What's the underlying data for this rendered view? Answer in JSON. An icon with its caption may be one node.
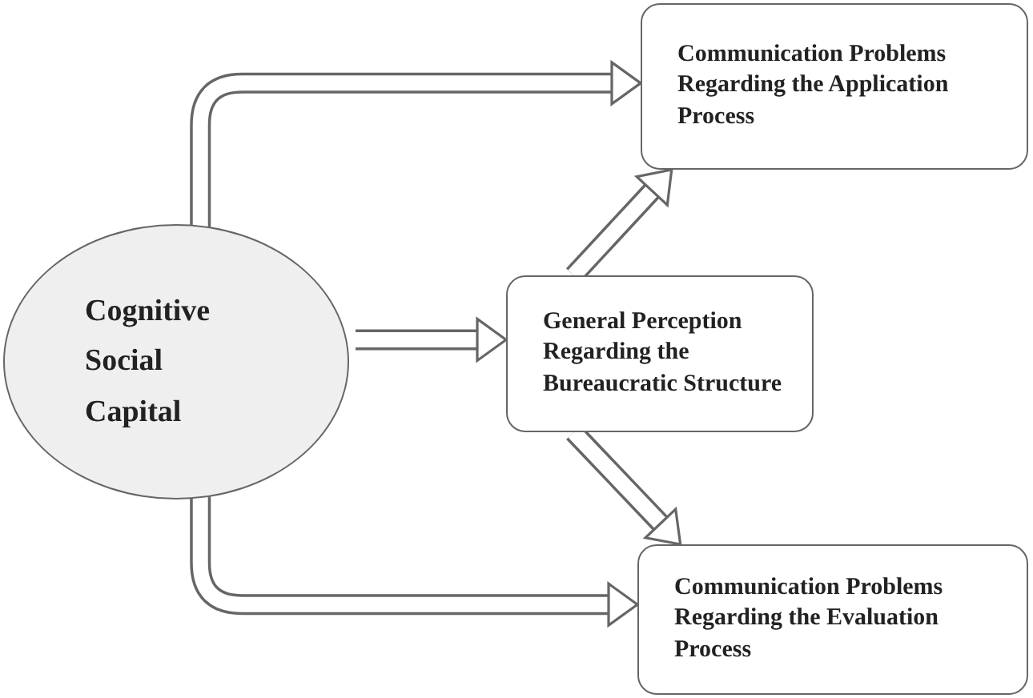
{
  "diagram": {
    "nodes": [
      {
        "text": [
          "Cognitive Social Capital"
        ]
      },
      {
        "text": [
          "Communication Problems Regarding the Application Process"
        ]
      },
      {
        "text": [
          "General Perception Regarding the Bureaucratic Structure"
        ]
      },
      {
        "text": [
          "Communication Problems Regarding the Evaluation Process"
        ]
      }
    ],
    "edges": [
      {
        "from": 0,
        "to": 1,
        "arrow": "to"
      },
      {
        "from": 0,
        "to": 2,
        "arrow": "to"
      },
      {
        "from": 0,
        "to": 3,
        "arrow": "to"
      },
      {
        "from": 2,
        "to": 1,
        "arrow": "to"
      },
      {
        "from": 2,
        "to": 3,
        "arrow": "to"
      }
    ]
  }
}
